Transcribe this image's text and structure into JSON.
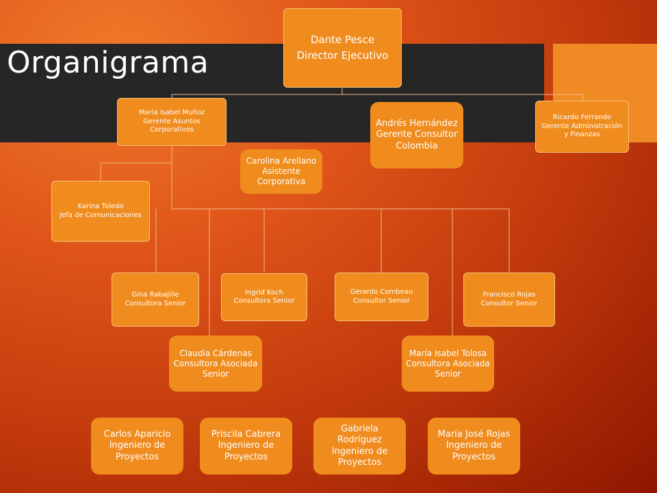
{
  "slide": {
    "title": "Organigrama"
  },
  "nodes": {
    "director": {
      "name": "Dante Pesce",
      "role": "Director Ejecutivo"
    },
    "gerente_corporativos": {
      "name": "María Isabel Muñoz",
      "role": "Gerente Asuntos Corporativos"
    },
    "gerente_colombia": {
      "name": "Andrés Hernández",
      "role": "Gerente Consultor Colombia"
    },
    "gerente_finanzas": {
      "name": "Ricardo Ferrando",
      "role": "Gerente Administración y Finanzas"
    },
    "asistente": {
      "name": "Carolina Arellano",
      "role": "Asistente Corporativa"
    },
    "jefa_comunicaciones": {
      "name": "Karina Toledo",
      "role": "Jefa de Comunicaciones"
    },
    "gina": {
      "name": "Gina Rabajille",
      "role": "Consultora Senior"
    },
    "ingrid": {
      "name": "Ingrid Koch",
      "role": "Consultora Senior"
    },
    "gerardo": {
      "name": "Gerardo Combeau",
      "role": "Consultor Senior"
    },
    "francisco": {
      "name": "Francisco Rojas",
      "role": "Consultor Senior"
    },
    "claudia": {
      "name": "Claudia Cárdenas",
      "role": "Consultora Asociada Senior"
    },
    "maria_tolosa": {
      "name": "María Isabel Tolosa",
      "role": "Consultora Asociada Senior"
    },
    "carlos": {
      "name": "Carlos Aparicio",
      "role": "Ingeniero de Proyectos"
    },
    "priscila": {
      "name": "Priscila Cabrera",
      "role": "Ingeniero de Proyectos"
    },
    "gabriela": {
      "name": "Gabriela Rodríguez",
      "role": "Ingeniero de Proyectos"
    },
    "maria_jose": {
      "name": "María José Rojas",
      "role": "Ingeniero de Proyectos"
    }
  },
  "colors": {
    "background_light": "#f07a2a",
    "background_dark": "#8e1600",
    "title_band": "#262626",
    "accent_square": "#f08a24",
    "node_fill": "#f08c1e",
    "connector": "#f3b98a"
  }
}
